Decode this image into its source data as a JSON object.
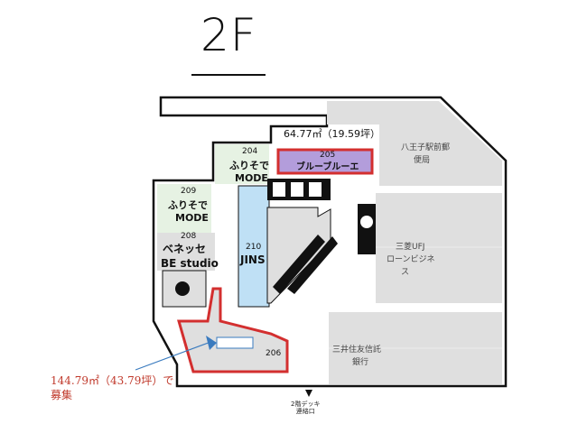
{
  "floor": {
    "label": "2F"
  },
  "vacancy_top": {
    "area_label": "64.77㎡（19.59坪）",
    "unit_no": "205",
    "tenant": "ブルーブルーエ"
  },
  "vacancy_callout": {
    "line1": "144.79㎡（43.79坪）で",
    "line2": "募集"
  },
  "units": [
    {
      "no": "204",
      "name_line1": "ふりそで",
      "name_line2": "MODE"
    },
    {
      "no": "209",
      "name_line1": "ふりそで",
      "name_line2": "MODE"
    },
    {
      "no": "208",
      "name_line1": "ベネッセ",
      "name_line2": "BE studio"
    },
    {
      "no": "210",
      "name_line1": "JINS",
      "name_line2": ""
    },
    {
      "no": "206",
      "name_line1": "",
      "name_line2": ""
    }
  ],
  "facilities": [
    {
      "name_line1": "八王子駅前郵",
      "name_line2": "便局"
    },
    {
      "name_line1": "三菱UFJ",
      "name_line2": "ローンビジネ",
      "name_line3": "ス"
    },
    {
      "name_line1": "三井住友信託",
      "name_line2": "銀行"
    }
  ],
  "entrance": {
    "line1": "2階デッキ",
    "line2": "連絡口"
  },
  "colors": {
    "vacancy_outline": "#d32f2f",
    "vacancy_fill": "#b39ddb",
    "jins_fill": "#bfe0f5",
    "mode_fill": "#e6f2e3",
    "tenant_gray": "#dfdfdf",
    "callout_text": "#c0392b",
    "leader_line": "#3a7bbf"
  }
}
